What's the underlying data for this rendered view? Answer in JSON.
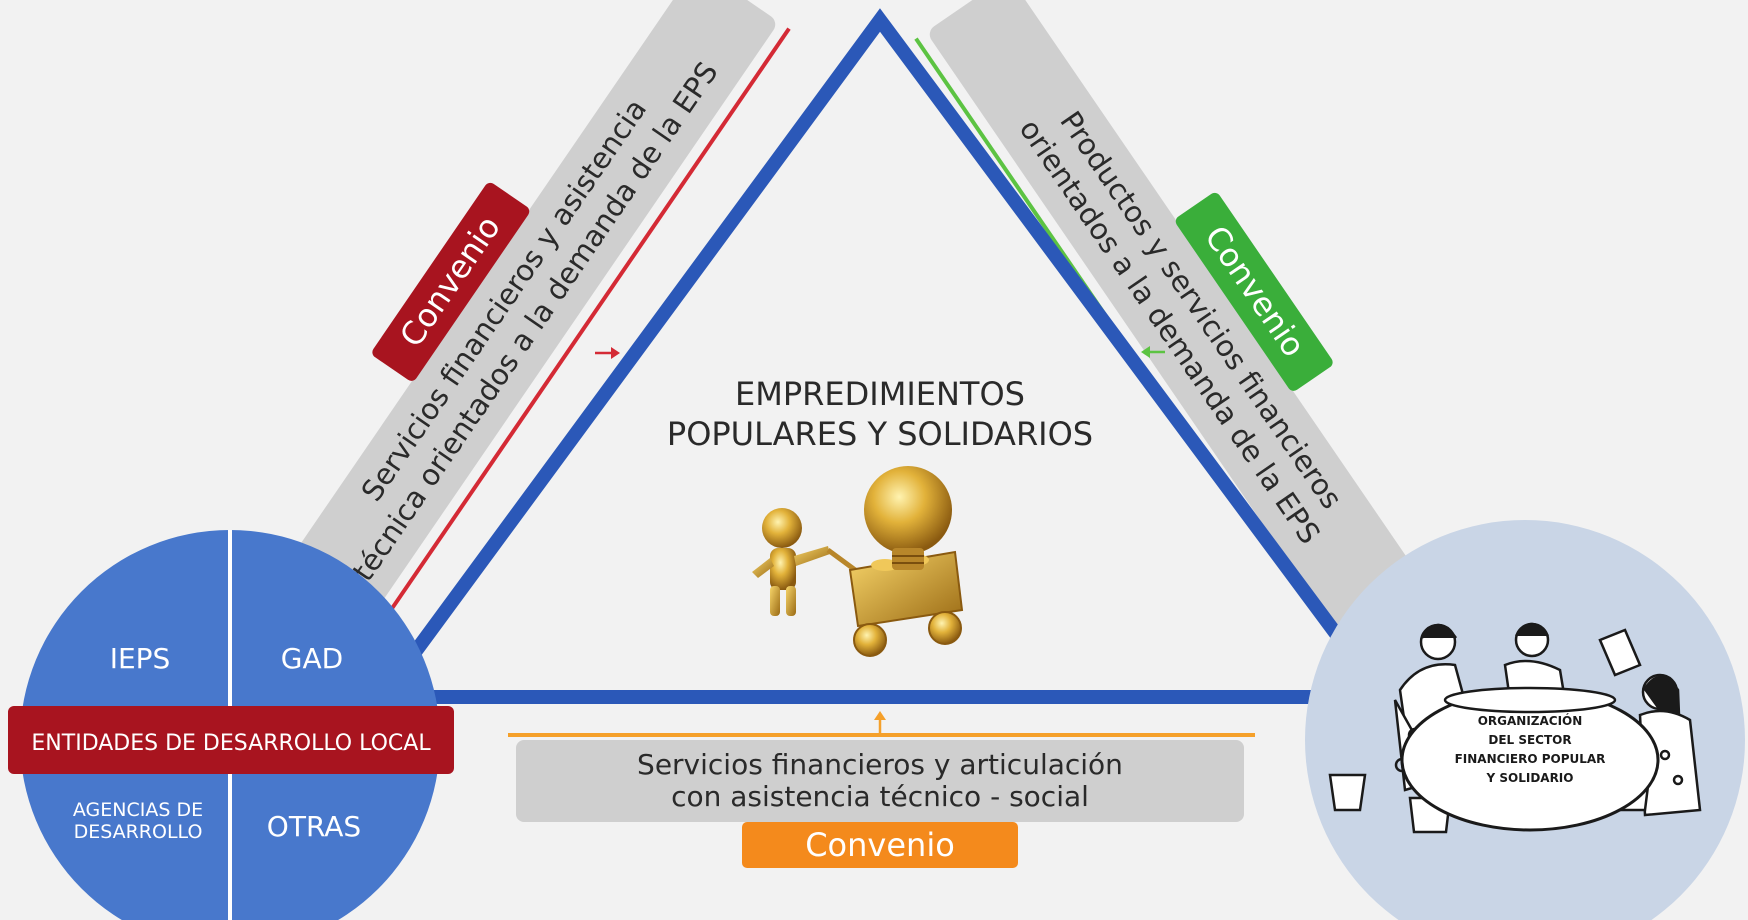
{
  "center": {
    "title_line1": "EMPREDIMIENTOS",
    "title_line2": "POPULARES Y SOLIDARIOS"
  },
  "left_side": {
    "band_line1": "Servicios financieros y asistencia",
    "band_line2": "técnica orientados a la demanda de la EPS",
    "tag": "Convenio",
    "accent": "#d42a35",
    "tag_color": "#a8141f"
  },
  "right_side": {
    "band_line1": "Productos y servicios financieros",
    "band_line2": "orientados a la demanda de la EPS",
    "tag": "Convenio",
    "accent": "#5cc342",
    "tag_color": "#3aae3a"
  },
  "bottom_side": {
    "band_line1": "Servicios financieros y articulación",
    "band_line2": "con asistencia técnico - social",
    "tag": "Convenio",
    "accent": "#f5a02a",
    "tag_color": "#f48a1c"
  },
  "left_circle": {
    "q1": "IEPS",
    "q2": "GAD",
    "banner": "ENTIDADES DE DESARROLLO LOCAL",
    "q3_line1": "AGENCIAS DE",
    "q3_line2": "DESARROLLO",
    "q4": "OTRAS",
    "color": "#4878cc",
    "banner_color": "#a8141f"
  },
  "right_circle": {
    "line1": "ORGANIZACIÓN",
    "line2": "DEL SECTOR",
    "line3": "FINANCIERO POPULAR",
    "line4": "Y SOLIDARIO",
    "color": "#c9d5e6"
  },
  "colors": {
    "triangle": "#2b58b8",
    "band": "#cfcfcf",
    "text_dark": "#2a2a2a"
  },
  "icons": {
    "center_illustration": "gold-figure-pulling-cart-with-lightbulb",
    "right_illustration": "women-pouring-coins-into-pot"
  }
}
